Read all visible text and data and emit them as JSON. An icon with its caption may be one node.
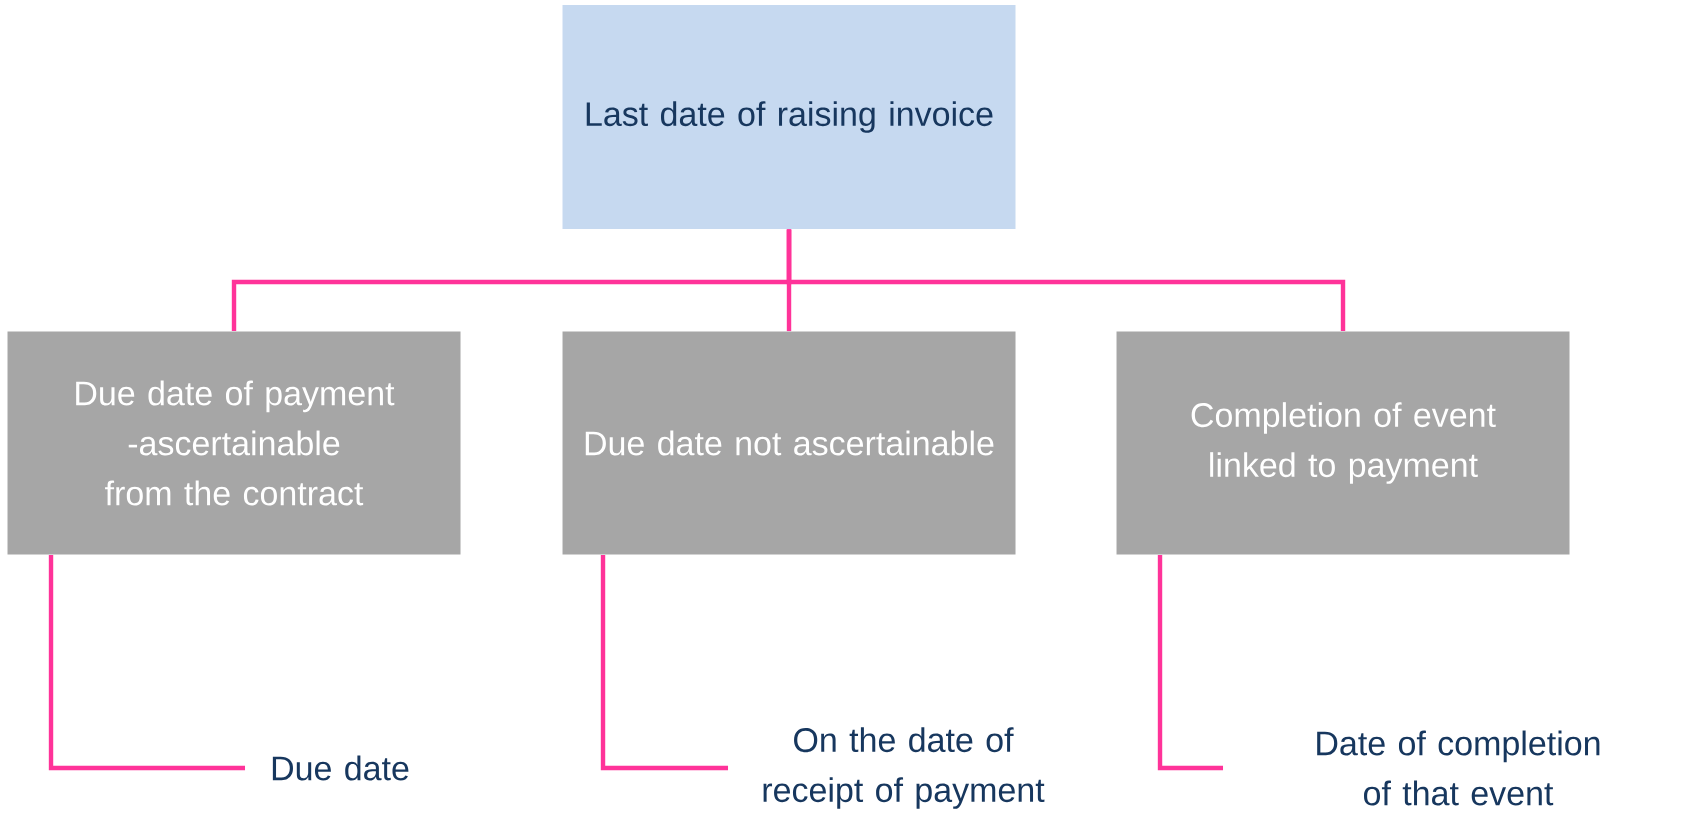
{
  "diagram": {
    "nodes": [
      {
        "text": [
          "Last date of raising invoice"
        ]
      },
      {
        "text": [
          "Due date of payment -ascertainable from the contract"
        ]
      },
      {
        "text": [
          "Due date not ascertainable"
        ]
      },
      {
        "text": [
          "Completion of event linked to payment"
        ]
      },
      {
        "text": [
          "Due date"
        ]
      },
      {
        "text": [
          "On the date of receipt of payment"
        ]
      },
      {
        "text": [
          "Date of completion of that event"
        ]
      }
    ],
    "edges": [
      {
        "from": 0,
        "to": 1,
        "arrow": "none"
      },
      {
        "from": 0,
        "to": 2,
        "arrow": "none"
      },
      {
        "from": 0,
        "to": 3,
        "arrow": "none"
      },
      {
        "from": 1,
        "to": 4,
        "arrow": "none"
      },
      {
        "from": 2,
        "to": 5,
        "arrow": "none"
      },
      {
        "from": 3,
        "to": 6,
        "arrow": "none"
      }
    ]
  }
}
